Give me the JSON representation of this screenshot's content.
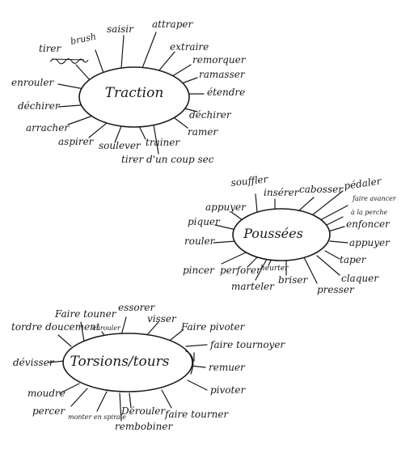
{
  "clusters": [
    {
      "title": "Traction",
      "words": [
        "brush",
        "saisir",
        "attraper",
        "tirer",
        "extraire",
        "remorquer",
        "ramasser",
        "enrouler",
        "étendre",
        "déchirer",
        "déchirer",
        "ramer",
        "arracher",
        "aspirer",
        "soulever",
        "trainer",
        "tirer d'un coup sec"
      ]
    },
    {
      "title": "Poussées",
      "words": [
        "souffler",
        "insérer",
        "cabosser",
        "pédaler",
        "appuyer",
        "faire avancer",
        "à la perche",
        "piquer",
        "enfoncer",
        "rouler",
        "appuyer",
        "taper",
        "pincer",
        "perforer",
        "heurter",
        "claquer",
        "marteler",
        "briser",
        "presser"
      ]
    },
    {
      "title": "Torsions/tours",
      "words": [
        "Faire touner",
        "essorer",
        "enrouler",
        "visser",
        "tordre doucement",
        "Faire pivoter",
        "faire tournoyer",
        "dévisser",
        "remuer",
        "pivoter",
        "moudre",
        "percer",
        "monter en spirale",
        "Dérouler",
        "faire tourner",
        "rembobiner"
      ]
    }
  ]
}
